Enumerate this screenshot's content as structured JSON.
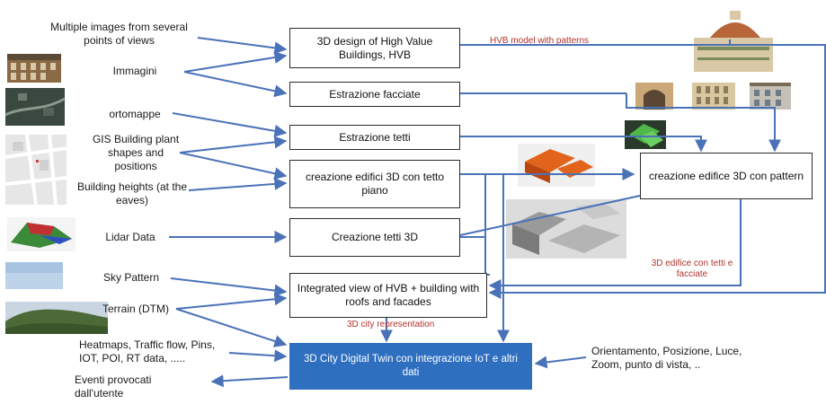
{
  "inputs": {
    "multiple_images": "Multiple images from several points of views",
    "immagini": "Immagini",
    "ortomappe": "ortomappe",
    "gis": "GIS Building plant shapes and positions",
    "heights": "Building heights (at the eaves)",
    "lidar": "Lidar Data",
    "sky": "Sky Pattern",
    "terrain": "Terrain (DTM)",
    "heatmaps": "Heatmaps, Traffic flow, Pins, IOT, POI, RT data, .....",
    "events": "Eventi provocati dall'utente",
    "orientation": "Orientamento, Posizione, Luce, Zoom, punto di vista, .."
  },
  "boxes": {
    "design": "3D design of High Value Buildings, HVB",
    "facades": "Estrazione facciate",
    "roofs_extract": "Estrazione tetti",
    "flat_roof": "creazione edifici 3D con tetto piano",
    "roofs_3d": "Creazione tetti 3D",
    "pattern_building": "creazione edifice 3D con pattern",
    "integrated": "Integrated view of HVB + building with roofs and facades",
    "digital_twin": "3D City Digital Twin con integrazione IoT e altri dati"
  },
  "annotations": {
    "hvb_model": "HVB model with patterns",
    "edifice_tetti": "3D edifice con tetti e facciate",
    "city_repr": "3D city representation"
  },
  "colors": {
    "arrow": "#4a72b8",
    "final_box": "#2e6fc0",
    "annotation": "#b0332c"
  }
}
